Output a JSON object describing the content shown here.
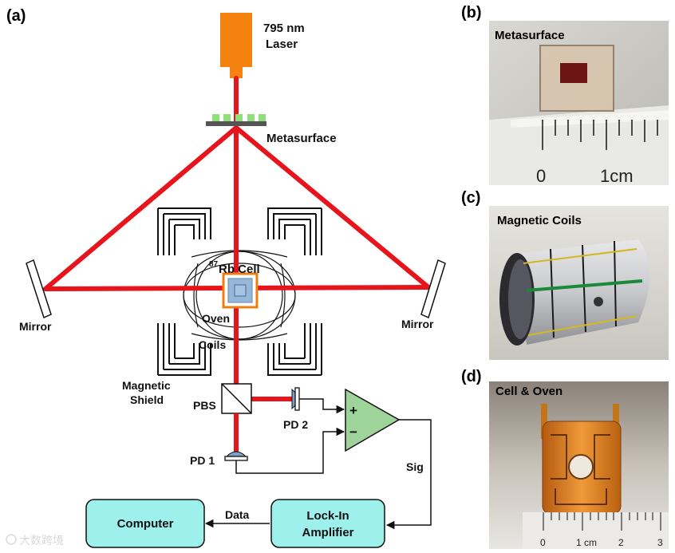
{
  "panels": {
    "a": "(a)",
    "b": "(b)",
    "c": "(c)",
    "d": "(d)"
  },
  "laser": {
    "line1": "795 nm",
    "line2": "Laser"
  },
  "labels": {
    "metasurface": "Metasurface",
    "mirror_left": "Mirror",
    "mirror_right": "Mirror",
    "cell_mass": "87",
    "cell": "Rb Cell",
    "oven": "Oven",
    "coils": "Coils",
    "shield_line1": "Magnetic",
    "shield_line2": "Shield",
    "pbs": "PBS",
    "pd1": "PD 1",
    "pd2": "PD 2",
    "plus": "+",
    "minus": "−",
    "sig": "Sig",
    "data": "Data"
  },
  "boxes": {
    "computer": "Computer",
    "lockin_line1": "Lock-In",
    "lockin_line2": "Amplifier"
  },
  "photos": {
    "b": {
      "title": "Metasurface",
      "ruler_0": "0",
      "ruler_1": "1cm"
    },
    "c": {
      "title": "Magnetic Coils"
    },
    "d": {
      "title": "Cell & Oven",
      "ruler_0": "0",
      "ruler_1": "1 cm",
      "ruler_2": "2",
      "ruler_3": "3"
    }
  },
  "watermark": "大数跨境",
  "colors": {
    "beam": "#e8141b",
    "laser": "#f5820f",
    "box": "#9df0ec",
    "amp": "#9ed49a",
    "cell": "#7fa6cf",
    "oven_border": "#f07d10"
  }
}
